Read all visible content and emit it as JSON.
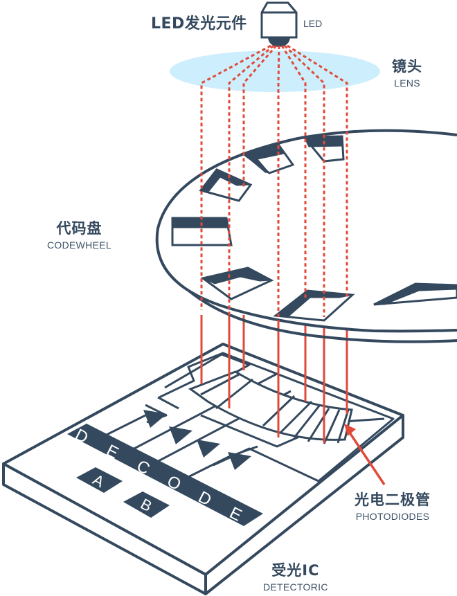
{
  "colors": {
    "ink": "#34495e",
    "ray": "#e04a3a",
    "lens": "#cdeefc",
    "background": "#ffffff"
  },
  "labels": {
    "led": {
      "zh": "LED发光元件",
      "en": "LED"
    },
    "lens": {
      "zh": "镜头",
      "en": "LENS"
    },
    "codewheel": {
      "zh": "代码盘",
      "en": "CODEWHEEL"
    },
    "photodiodes": {
      "zh": "光电二极管",
      "en": "PHOTODIODES"
    },
    "detector_ic": {
      "zh": "受光IC",
      "en": "DETECTORIC"
    }
  },
  "chip": {
    "decode_letters": [
      "D",
      "E",
      "C",
      "O",
      "D",
      "E"
    ],
    "outputs": [
      "A",
      "B"
    ]
  },
  "diagram": {
    "ray_count": 7,
    "codewheel_window_count": 7,
    "photodiode_segment_count": 8,
    "decoder_input_arrows": 4
  }
}
